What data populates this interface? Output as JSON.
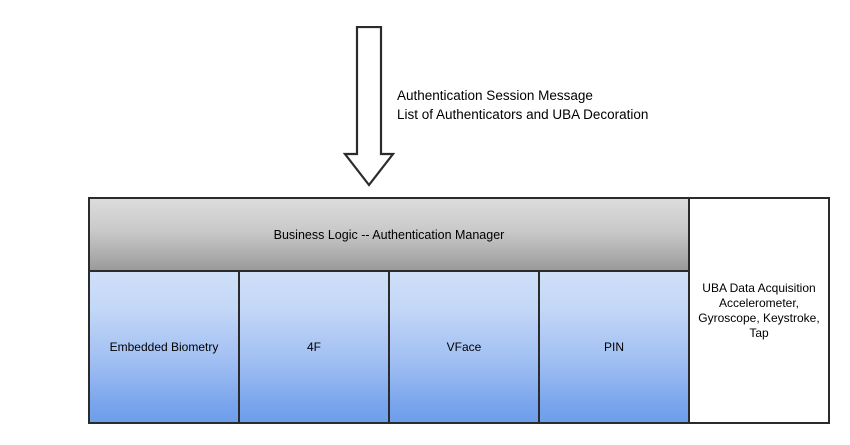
{
  "diagram": {
    "flow_arrow": {
      "icon": "down-arrow-icon",
      "direction": "down"
    },
    "arrow_annotation": {
      "lines": [
        "Authentication Session Message",
        "List of Authenticators and UBA Decoration"
      ]
    },
    "manager_bar": {
      "label": "Business Logic -- Authentication Manager"
    },
    "authenticators": [
      {
        "label": "Embedded Biometry"
      },
      {
        "label": "4F"
      },
      {
        "label": "VFace"
      },
      {
        "label": "PIN"
      }
    ],
    "uba_panel": {
      "lines": [
        "UBA Data Acquisition",
        "Accelerometer,",
        "Gyroscope, Keystroke,",
        "Tap"
      ]
    },
    "colors": {
      "stroke": "#2b2b2b",
      "manager_gradient_top": "#dcdcdc",
      "manager_gradient_bottom": "#9a9a9a",
      "authenticator_gradient_top": "#cfdff8",
      "authenticator_gradient_bottom": "#6d9eeb",
      "panel_background": "#ffffff",
      "text": "#000000"
    }
  }
}
